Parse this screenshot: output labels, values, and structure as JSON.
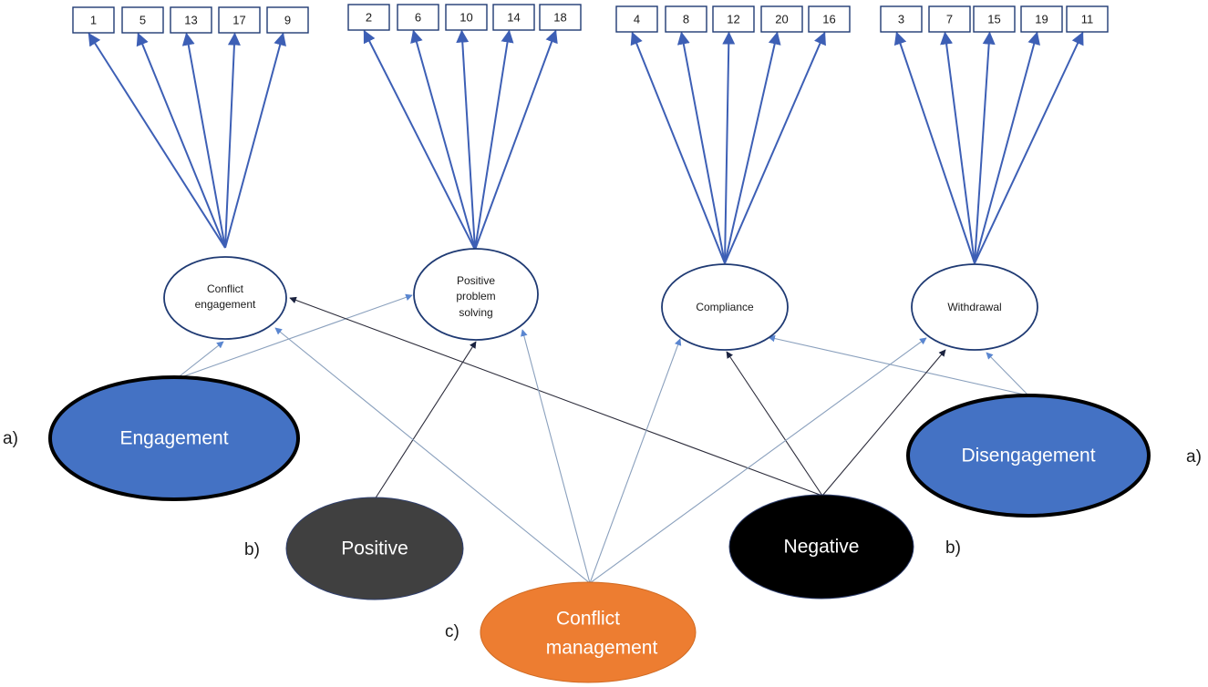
{
  "item_groups": [
    {
      "items": [
        "1",
        "5",
        "13",
        "17",
        "9"
      ]
    },
    {
      "items": [
        "2",
        "6",
        "10",
        "14",
        "18"
      ]
    },
    {
      "items": [
        "4",
        "8",
        "12",
        "20",
        "16"
      ]
    },
    {
      "items": [
        "3",
        "7",
        "15",
        "19",
        "11"
      ]
    }
  ],
  "factors": {
    "conflict_engagement": [
      "Conflict",
      "engagement"
    ],
    "positive_problem_solving": [
      "Positive",
      "problem",
      "solving"
    ],
    "compliance": [
      "Compliance"
    ],
    "withdrawal": [
      "Withdrawal"
    ]
  },
  "higher_order": {
    "engagement": "Engagement",
    "disengagement": "Disengagement",
    "positive": "Positive",
    "negative": "Negative",
    "conflict_management": [
      "Conflict",
      "management"
    ]
  },
  "side_labels": {
    "a_left": "a)",
    "a_right": "a)",
    "b_left": "b)",
    "b_right": "b)",
    "c": "c)"
  },
  "colors": {
    "item_arrow": "#3d5fb5",
    "engagement_fill": "#4472c4",
    "disengagement_fill": "#4472c4",
    "positive_fill": "#404040",
    "negative_fill": "#000000",
    "conflict_management_fill": "#ed7d31",
    "link_blue": "#8aa0bd",
    "link_dark": "#2b2b3a",
    "factor_outline": "#1f3a73"
  }
}
